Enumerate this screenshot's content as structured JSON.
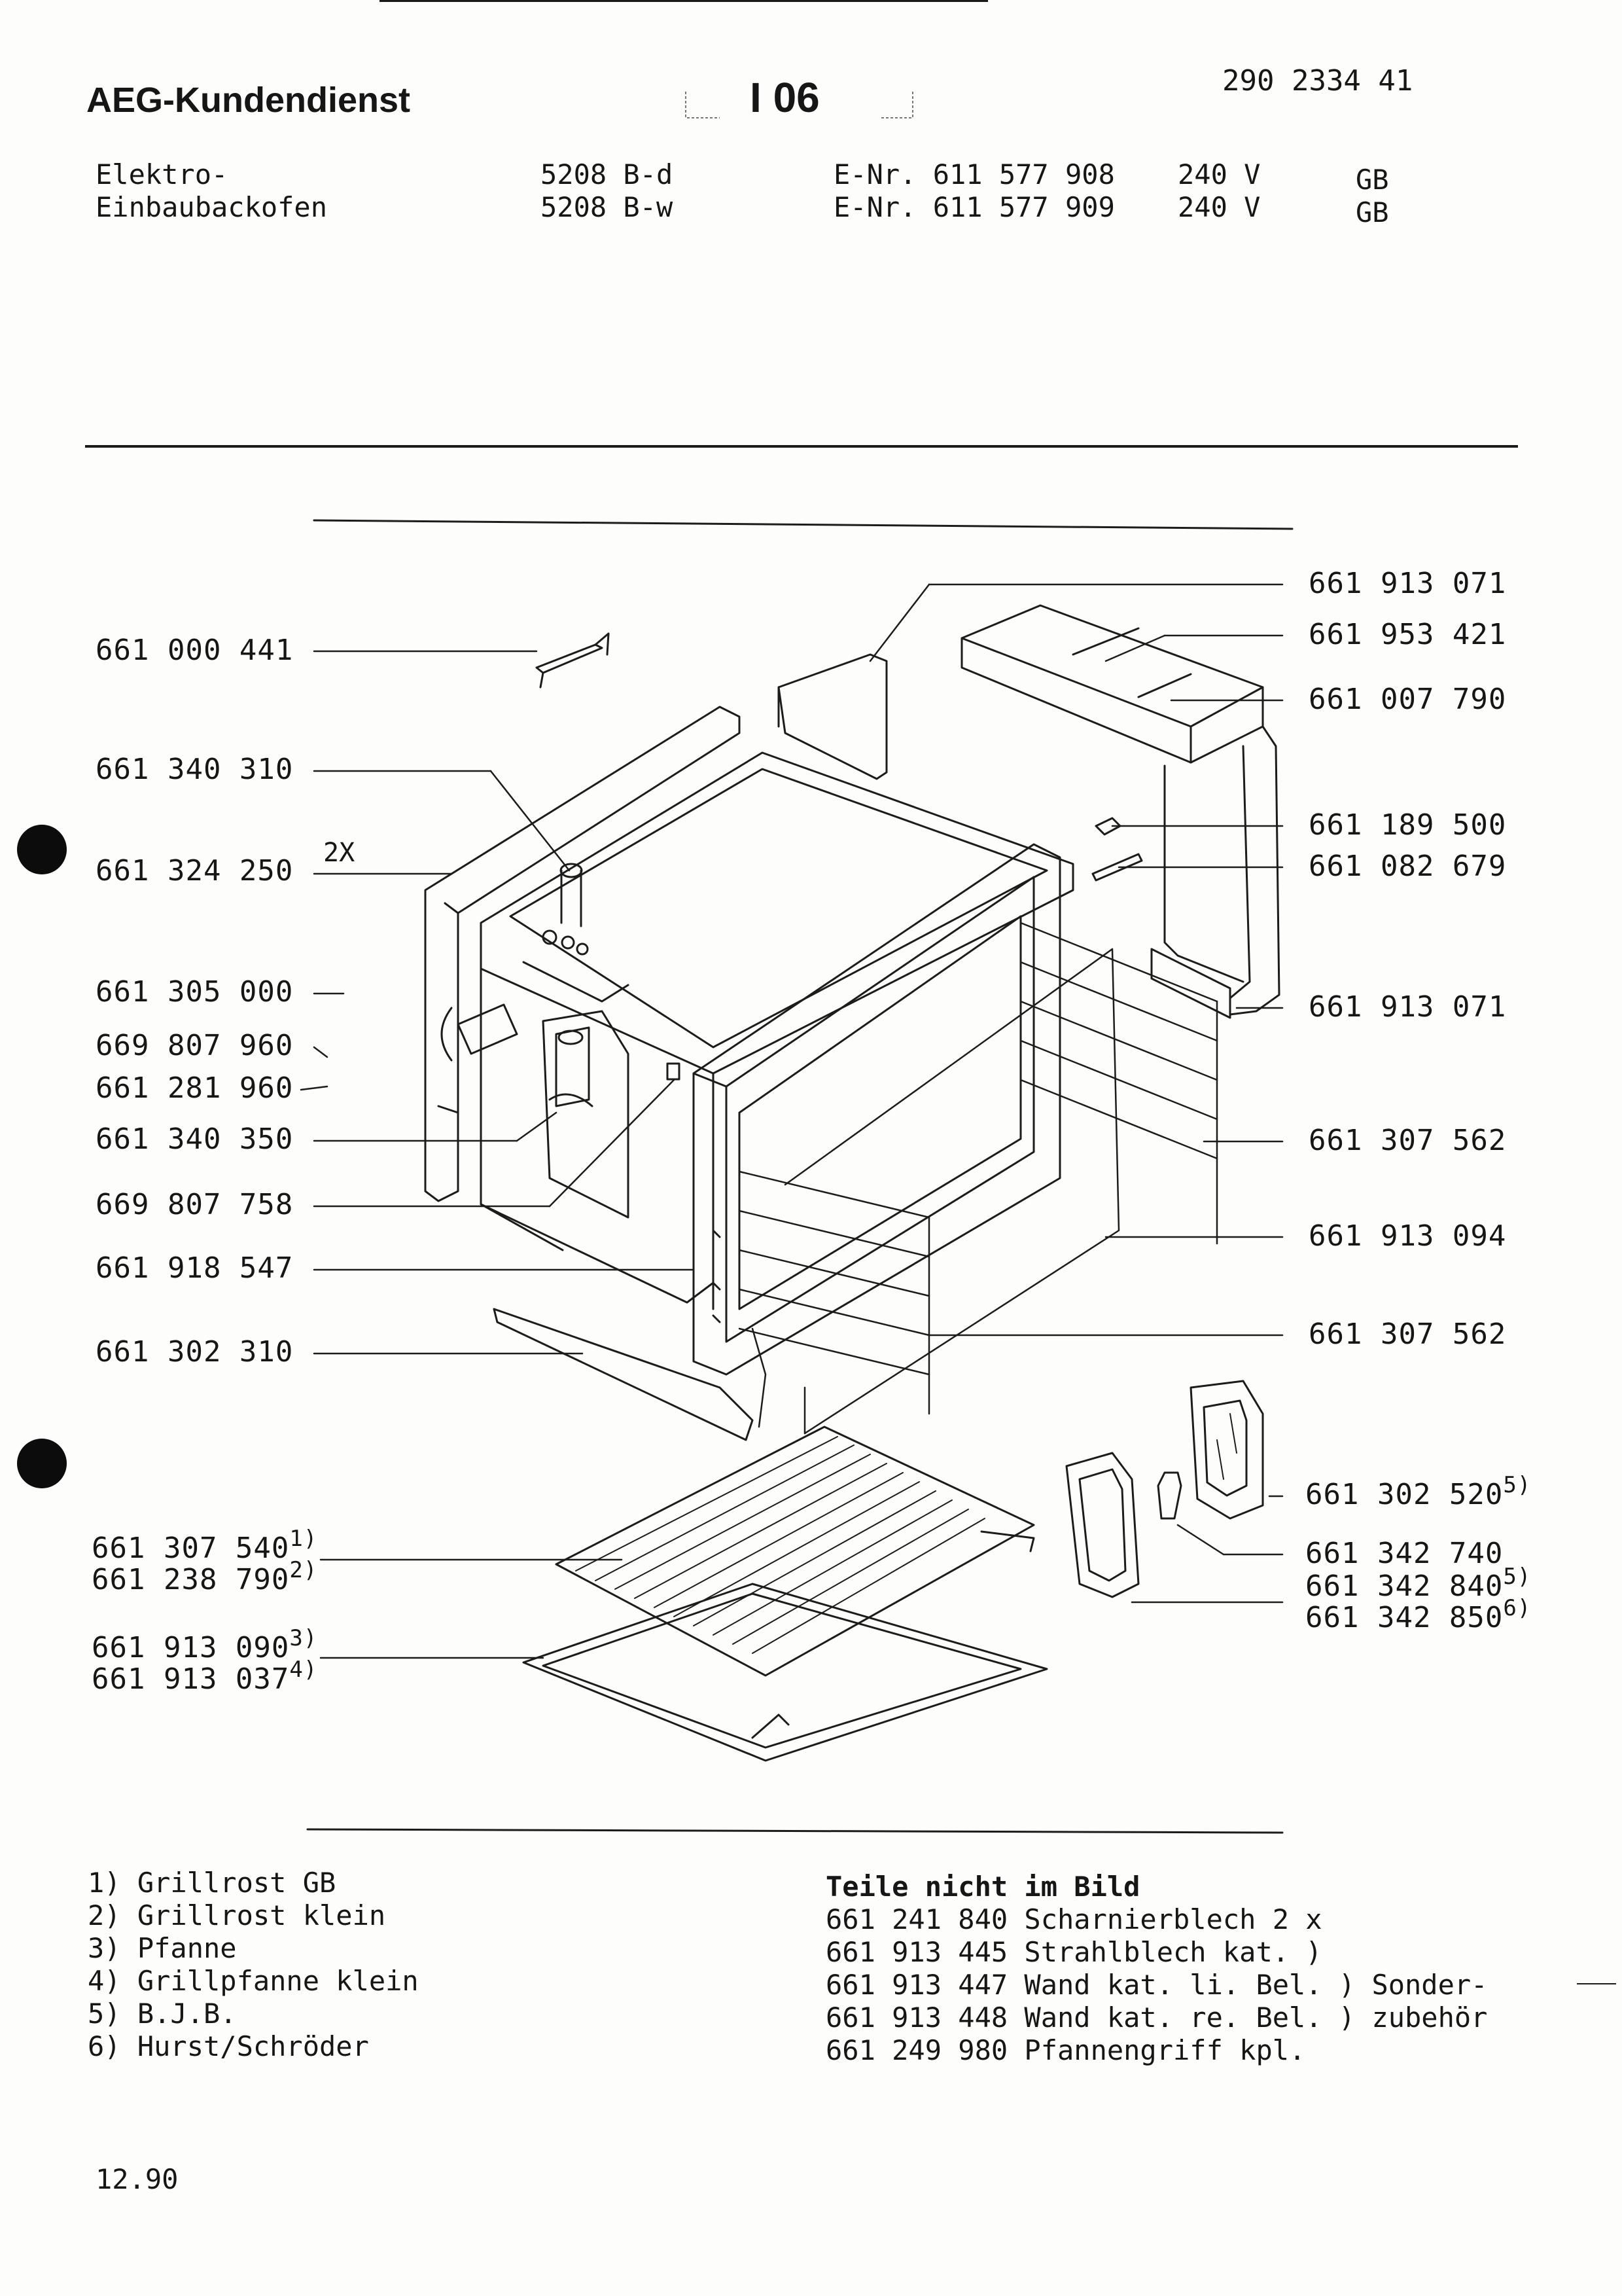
{
  "header": {
    "brand": "AEG-Kundendienst",
    "section": "I 06",
    "doc_number": "290 2334 41",
    "product_line1": "Elektro-",
    "product_line2": "Einbaubackofen",
    "models": [
      {
        "model": "5208 B-d",
        "enr": "E-Nr. 611 577 908",
        "voltage": "240 V",
        "country": "GB"
      },
      {
        "model": "5208 B-w",
        "enr": "E-Nr. 611 577 909",
        "voltage": "240 V",
        "country": "GB"
      }
    ]
  },
  "callouts_left": [
    {
      "label": "661 000 441"
    },
    {
      "label": "661 340 310"
    },
    {
      "label": "661 324 250",
      "qty": "2X"
    },
    {
      "label": "661 305 000"
    },
    {
      "label": "669 807 960"
    },
    {
      "label": "661 281 960"
    },
    {
      "label": "661 340 350"
    },
    {
      "label": "669 807 758"
    },
    {
      "label": "661 918 547"
    },
    {
      "label": "661 302 310"
    },
    {
      "label": "661 307 540",
      "note": "1)"
    },
    {
      "label": "661 238 790",
      "note": "2)"
    },
    {
      "label": "661 913 090",
      "note": "3)"
    },
    {
      "label": "661 913 037",
      "note": "4)"
    }
  ],
  "callouts_right": [
    {
      "label": "661 913 071"
    },
    {
      "label": "661 953 421"
    },
    {
      "label": "661 007 790"
    },
    {
      "label": "661 189 500"
    },
    {
      "label": "661 082 679"
    },
    {
      "label": "661 913 071"
    },
    {
      "label": "661 307 562"
    },
    {
      "label": "661 913 094"
    },
    {
      "label": "661 307 562"
    },
    {
      "label": "661 302 520",
      "note": "5)"
    },
    {
      "label": "661 342 740"
    },
    {
      "label": "661 342 840",
      "note": "5)"
    },
    {
      "label": "661 342 850",
      "note": "6)"
    }
  ],
  "footnotes": [
    "1) Grillrost GB",
    "2) Grillrost klein",
    "3) Pfanne",
    "4) Grillpfanne klein",
    "5) B.J.B.",
    "6) Hurst/Schröder"
  ],
  "not_shown": {
    "title": "Teile nicht im Bild",
    "items": [
      {
        "text": "661 241 840 Scharnierblech 2 x",
        "bracket": ""
      },
      {
        "text": "661 913 445 Strahlblech kat. )",
        "bracket": ""
      },
      {
        "text": "661 913 447 Wand kat. li. Bel. )",
        "bracket": "Sonder-"
      },
      {
        "text": "661 913 448 Wand kat. re. Bel. )",
        "bracket": "zubehör"
      },
      {
        "text": "661 249 980 Pfannengriff kpl.",
        "bracket": ""
      }
    ]
  },
  "date": "12.90"
}
